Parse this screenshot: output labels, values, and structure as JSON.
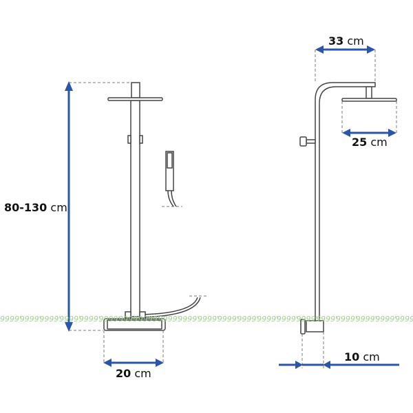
{
  "dimensions": {
    "height": {
      "value": "80-130",
      "unit": "cm"
    },
    "base_width": {
      "value": "20",
      "unit": "cm"
    },
    "arm_length": {
      "value": "33",
      "unit": "cm"
    },
    "head_diameter": {
      "value": "25",
      "unit": "cm"
    },
    "wall_distance": {
      "value": "10",
      "unit": "cm"
    }
  },
  "watermark": "9999",
  "colors": {
    "arrow": "#2a55a8",
    "watermark": "#9fd08a"
  }
}
